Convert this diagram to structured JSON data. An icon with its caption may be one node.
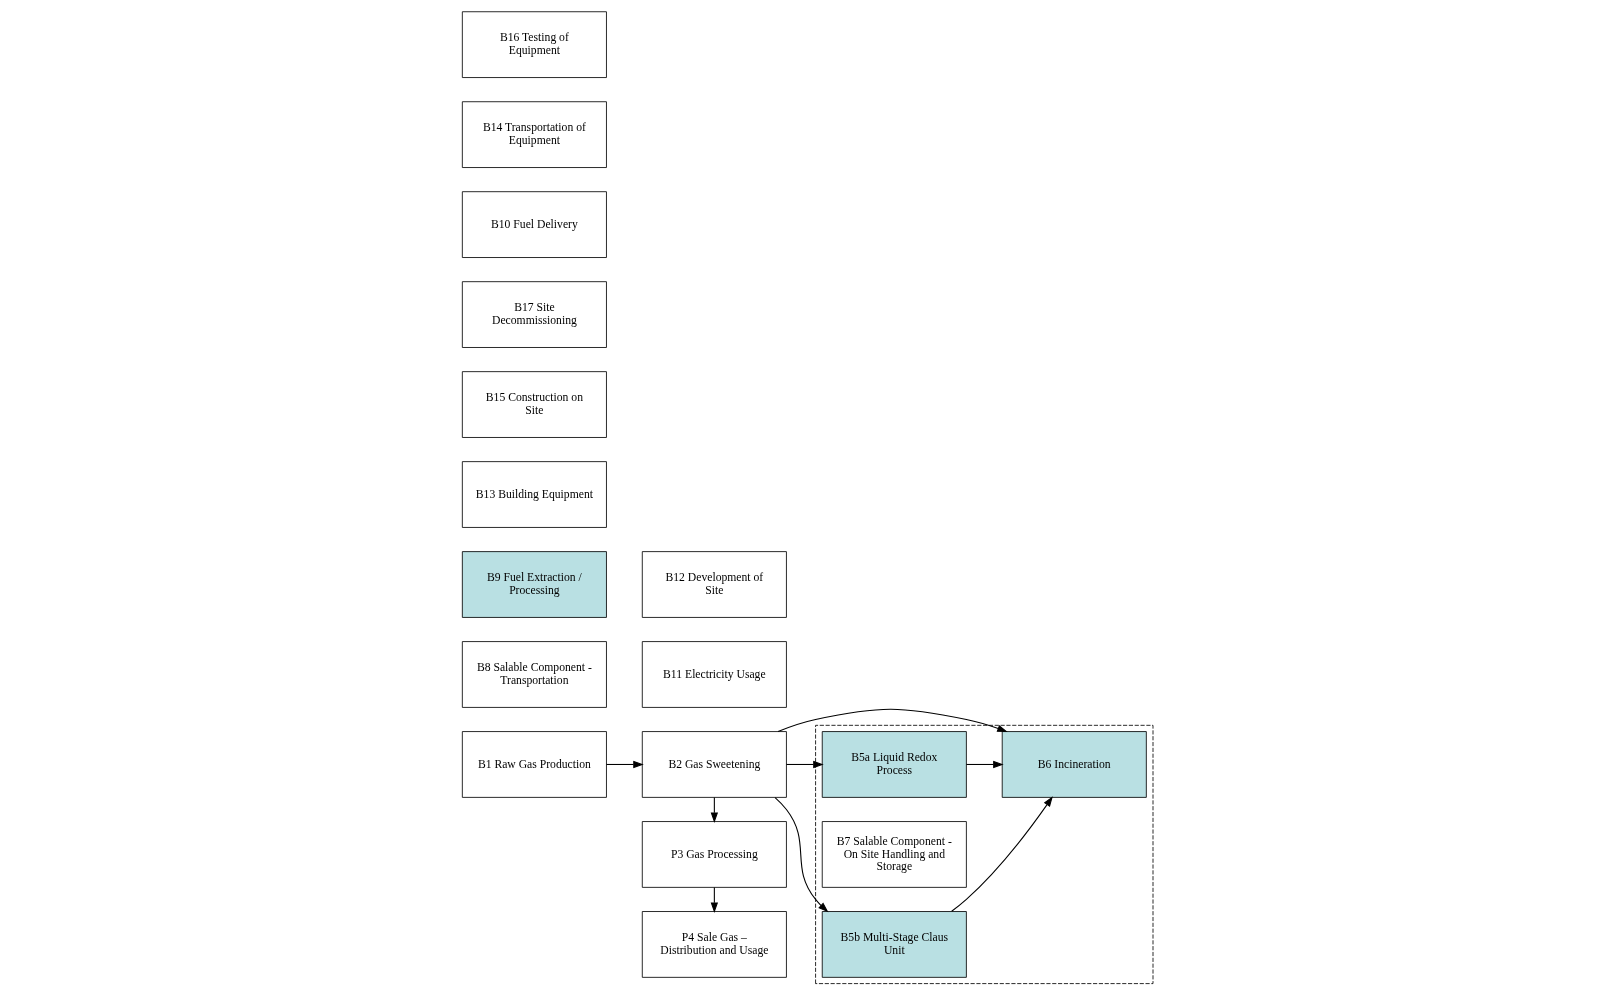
{
  "diagram": {
    "nodes": [
      {
        "text": [
          "B1 Raw Gas Production"
        ]
      },
      {
        "text": [
          "B2 Gas Sweetening"
        ]
      },
      {
        "text": [],
        "shape": "box"
      },
      {
        "text": [
          "B6 Incineration"
        ],
        "in": 2
      },
      {
        "text": [
          "P3 Gas Processing"
        ]
      },
      {
        "text": [
          "B5a Liquid Redox Process"
        ],
        "in": 2
      },
      {
        "text": [
          "B7 Salable Component - On Site Handling and Storage"
        ],
        "in": 2
      },
      {
        "text": [
          "P4 Sale Gas – Distribution and Usage"
        ]
      },
      {
        "text": [
          "B5b Multi-Stage Claus Unit"
        ],
        "in": 2
      },
      {
        "text": [
          "B8 Salable Component - Transportation"
        ]
      },
      {
        "text": [
          "B9 Fuel Extraction / Processing"
        ]
      },
      {
        "text": [
          "B11 Electricity Usage"
        ]
      },
      {
        "text": [
          "B13 Building Equipment"
        ]
      },
      {
        "text": [
          "B15 Construction on Site"
        ]
      },
      {
        "text": [
          "B17 Site Decommissioning"
        ]
      },
      {
        "text": [
          "B10 Fuel Delivery"
        ]
      },
      {
        "text": [
          "B12 Development of Site"
        ]
      },
      {
        "text": [
          "B14 Transportation of Equipment"
        ]
      },
      {
        "text": [
          "B16 Testing of Equipment"
        ]
      }
    ],
    "edges": [
      {
        "from": 0,
        "to": 1,
        "arrow": "to"
      },
      {
        "from": 1,
        "to": 3,
        "arrow": "to"
      },
      {
        "from": 1,
        "to": 5,
        "arrow": "to"
      },
      {
        "from": 1,
        "to": 8,
        "arrow": "to"
      },
      {
        "from": 1,
        "to": 4,
        "arrow": "to"
      },
      {
        "from": 4,
        "to": 7,
        "arrow": "to"
      },
      {
        "from": 5,
        "to": 3,
        "arrow": "to"
      },
      {
        "from": 8,
        "to": 3,
        "arrow": "to"
      }
    ]
  }
}
